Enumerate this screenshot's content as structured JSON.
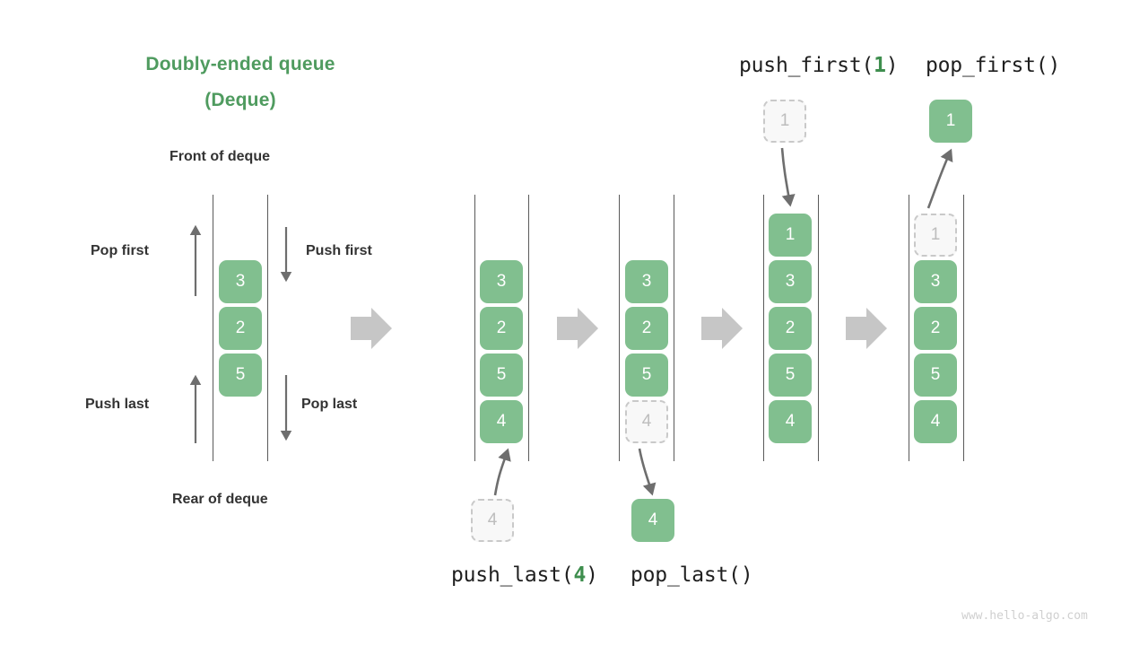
{
  "title": {
    "line1": "Doubly-ended queue",
    "line2": "(Deque)"
  },
  "labels": {
    "front": "Front of deque",
    "rear": "Rear of deque",
    "pop_first": "Pop first",
    "push_first": "Push first",
    "push_last": "Push last",
    "pop_last": "Pop last"
  },
  "operations": {
    "push_first": {
      "name": "push_first(",
      "arg": "1",
      "close": ")"
    },
    "pop_first": {
      "text": "pop_first()"
    },
    "push_last": {
      "name": "push_last(",
      "arg": "4",
      "close": ")"
    },
    "pop_last": {
      "text": "pop_last()"
    }
  },
  "panels": [
    {
      "id": "panel-initial",
      "cells": [
        {
          "value": "3",
          "state": "solid"
        },
        {
          "value": "2",
          "state": "solid"
        },
        {
          "value": "5",
          "state": "solid"
        }
      ]
    },
    {
      "id": "panel-push-last",
      "cells": [
        {
          "value": "3",
          "state": "solid"
        },
        {
          "value": "2",
          "state": "solid"
        },
        {
          "value": "5",
          "state": "solid"
        },
        {
          "value": "4",
          "state": "solid"
        }
      ],
      "outside_cell": {
        "value": "4",
        "state": "ghost",
        "position": "below"
      }
    },
    {
      "id": "panel-pop-last",
      "cells": [
        {
          "value": "3",
          "state": "solid"
        },
        {
          "value": "2",
          "state": "solid"
        },
        {
          "value": "5",
          "state": "solid"
        },
        {
          "value": "4",
          "state": "ghost"
        }
      ],
      "outside_cell": {
        "value": "4",
        "state": "solid",
        "position": "below"
      }
    },
    {
      "id": "panel-push-first",
      "cells": [
        {
          "value": "1",
          "state": "solid"
        },
        {
          "value": "3",
          "state": "solid"
        },
        {
          "value": "2",
          "state": "solid"
        },
        {
          "value": "5",
          "state": "solid"
        },
        {
          "value": "4",
          "state": "solid"
        }
      ],
      "outside_cell": {
        "value": "1",
        "state": "ghost",
        "position": "above"
      }
    },
    {
      "id": "panel-pop-first",
      "cells": [
        {
          "value": "1",
          "state": "ghost"
        },
        {
          "value": "3",
          "state": "solid"
        },
        {
          "value": "2",
          "state": "solid"
        },
        {
          "value": "5",
          "state": "solid"
        },
        {
          "value": "4",
          "state": "solid"
        }
      ],
      "outside_cell": {
        "value": "1",
        "state": "solid",
        "position": "above"
      }
    }
  ],
  "colors": {
    "green": "#81bf8f",
    "title_green": "#4f9b5f",
    "ghost_border": "#c9c9c9",
    "ghost_text": "#bdbdbd",
    "rail": "#5a5a5a",
    "block_arrow": "#c6c6c6",
    "thin_arrow": "#6e6e6e",
    "text": "#333333"
  },
  "watermark": "www.hello-algo.com"
}
